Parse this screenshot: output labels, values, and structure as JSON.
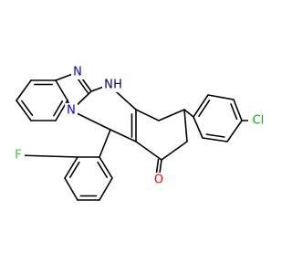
{
  "molecule": {
    "atom_labels": {
      "imidazole_n": "N",
      "amine_nh": "N",
      "amine_h": "H",
      "bridgehead_n": "N",
      "fluorine": "F",
      "oxygen": "O",
      "chlorine": "Cl"
    },
    "colors": {
      "nitrogen": "#0000ff",
      "amine": "#000080",
      "fluorine": "#33cc33",
      "oxygen": "#ff0000",
      "chlorine": "#00b300",
      "bond": "#000000"
    }
  }
}
